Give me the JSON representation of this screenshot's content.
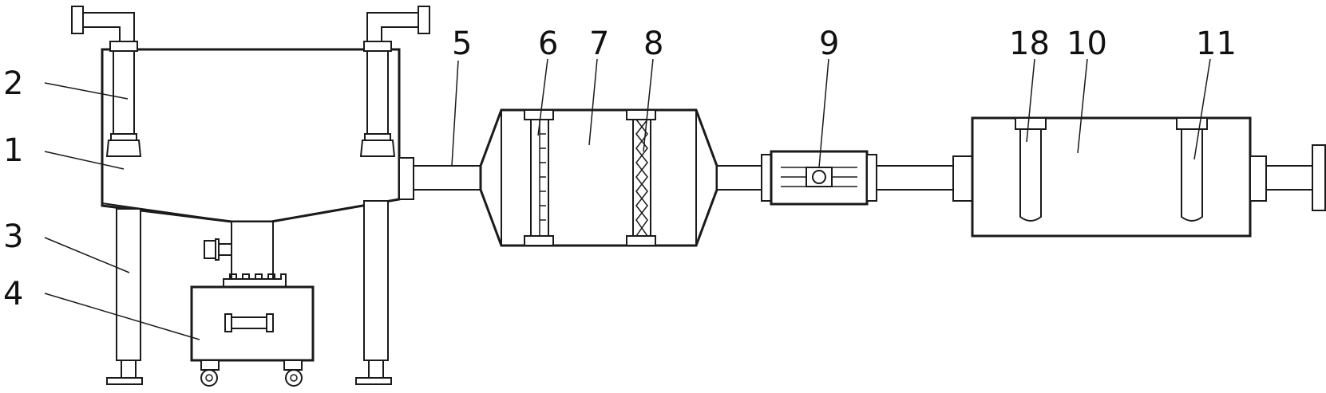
{
  "labels": {
    "l1": "1",
    "l2": "2",
    "l3": "3",
    "l4": "4",
    "l5": "5",
    "l6": "6",
    "l7": "7",
    "l8": "8",
    "l9": "9",
    "l10": "10",
    "l11": "11",
    "l18": "18"
  },
  "colors": {
    "stroke": "#1a1a1a",
    "background": "#ffffff"
  }
}
